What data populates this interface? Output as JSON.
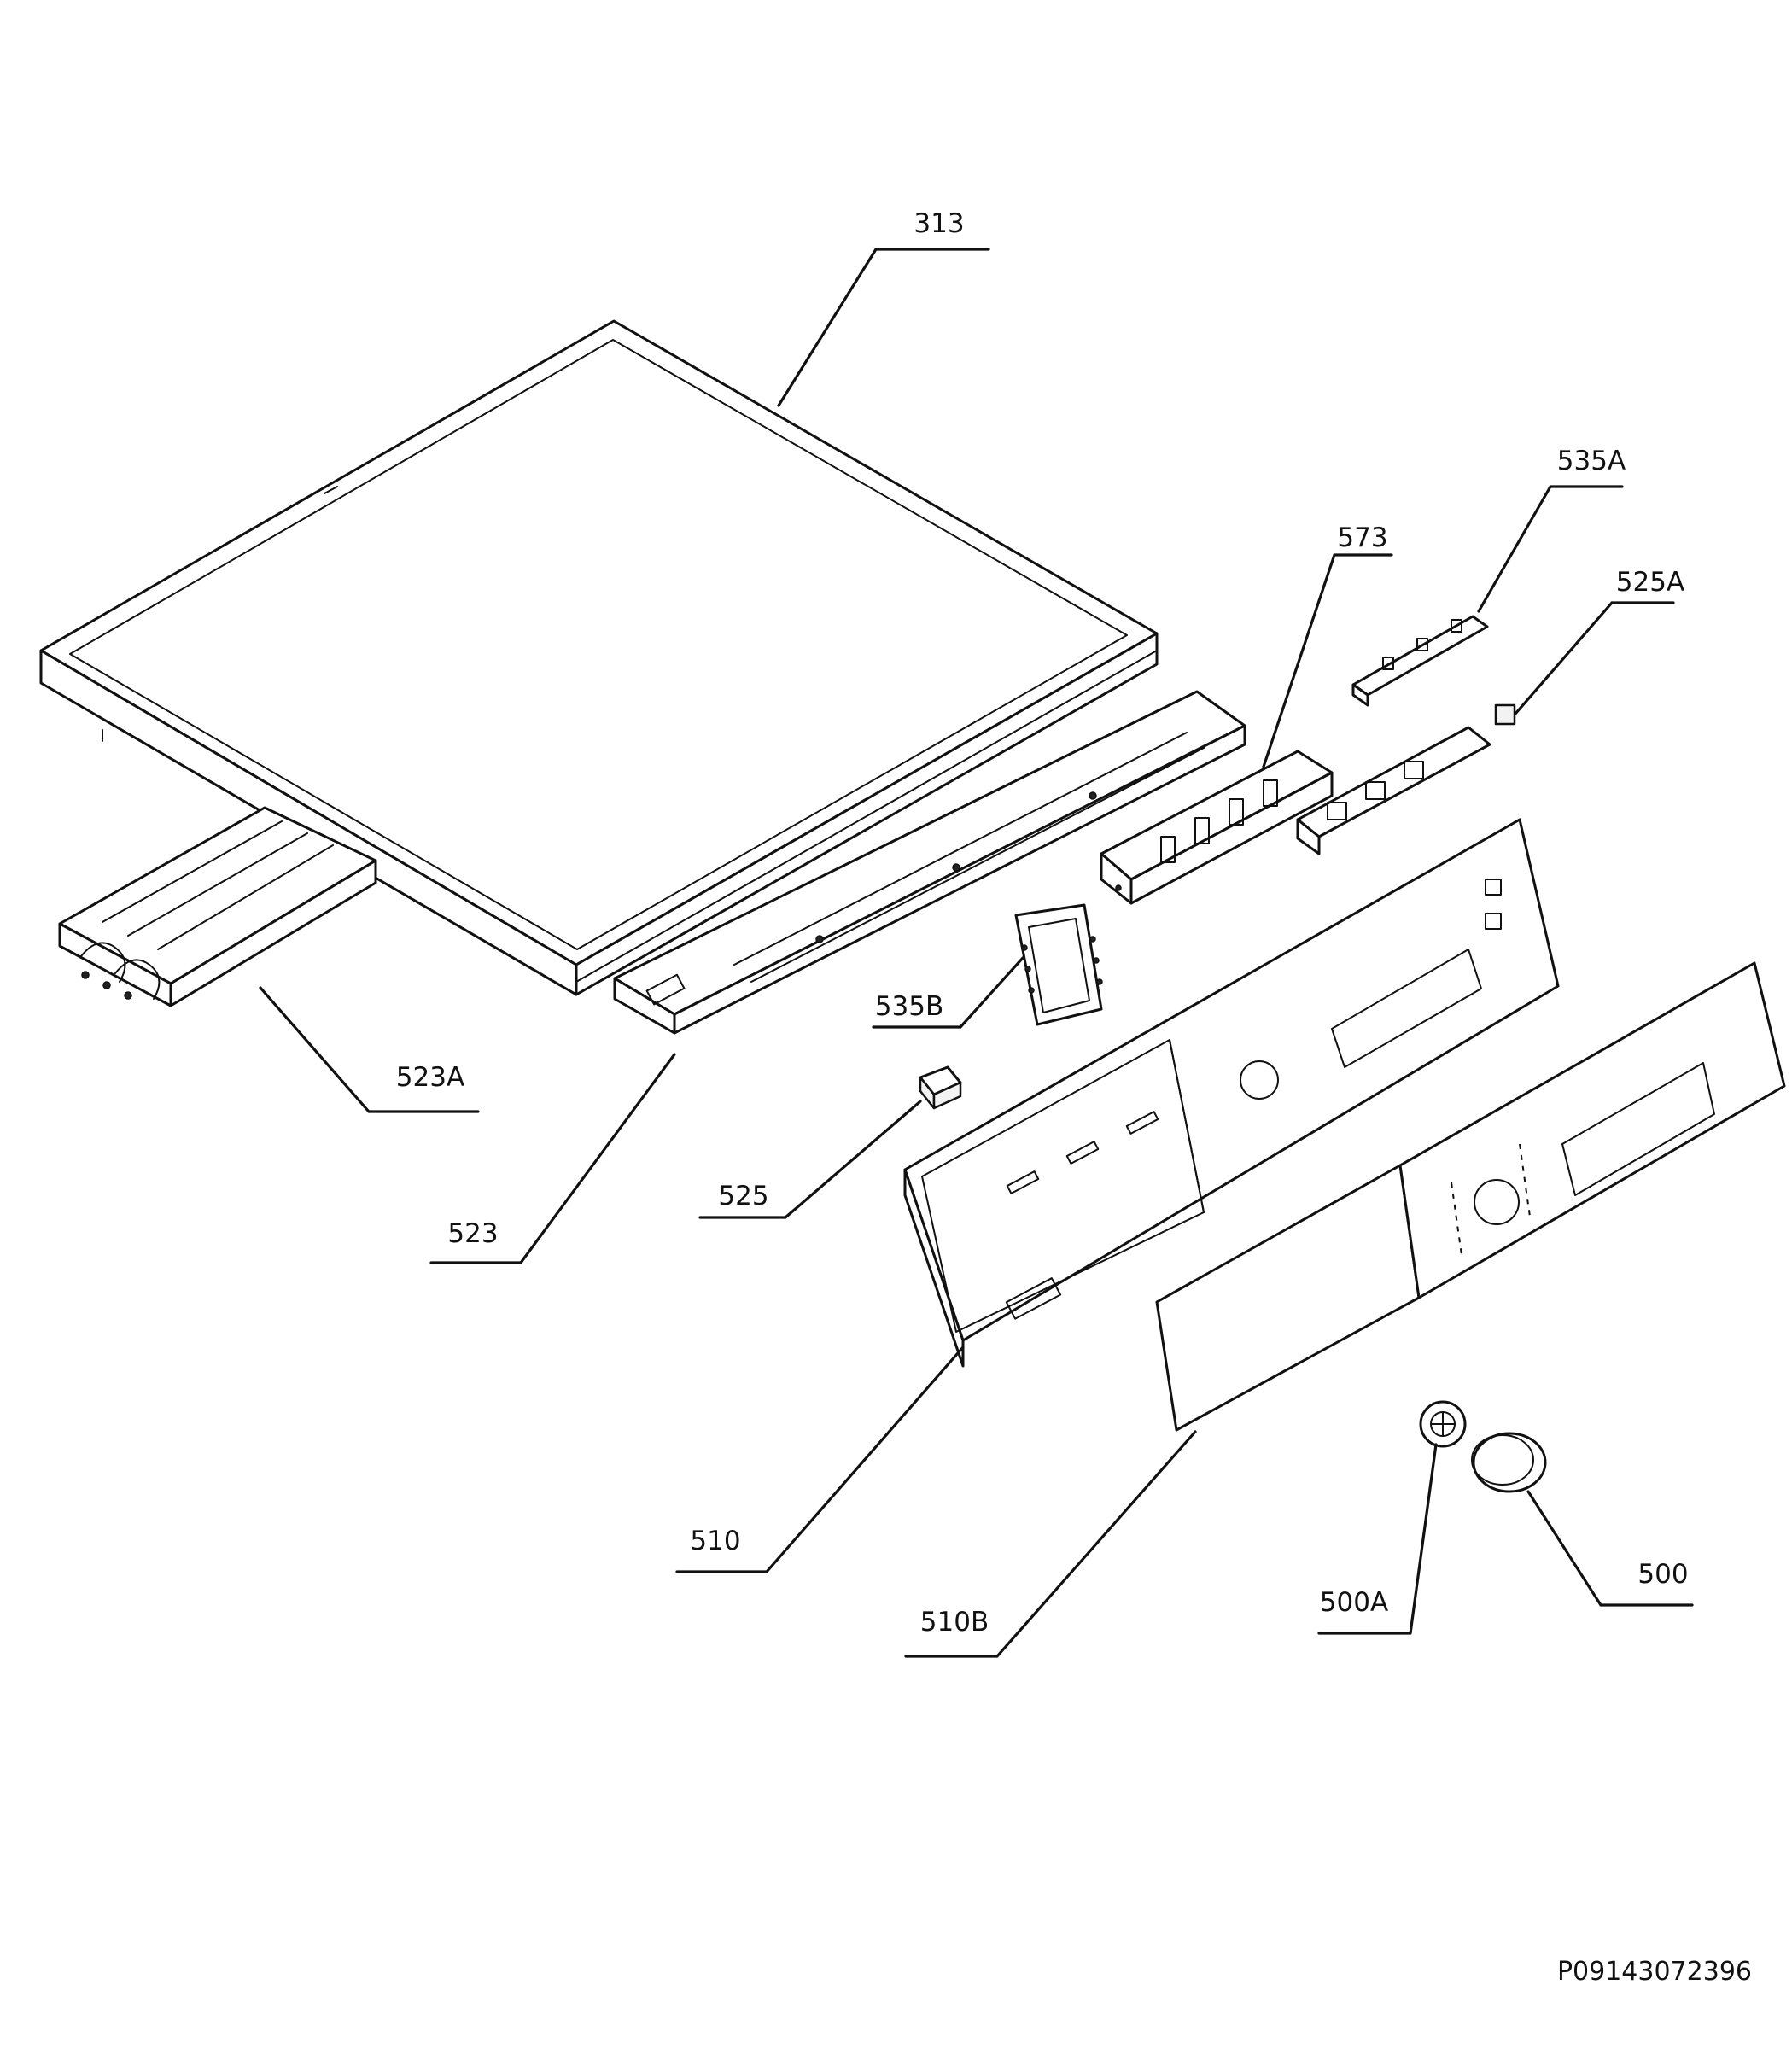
{
  "diagram": {
    "callouts": [
      {
        "id": "313",
        "label": "313"
      },
      {
        "id": "535A",
        "label": "535A"
      },
      {
        "id": "573",
        "label": "573"
      },
      {
        "id": "525A",
        "label": "525A"
      },
      {
        "id": "535B",
        "label": "535B"
      },
      {
        "id": "523A",
        "label": "523A"
      },
      {
        "id": "525",
        "label": "525"
      },
      {
        "id": "523",
        "label": "523"
      },
      {
        "id": "510",
        "label": "510"
      },
      {
        "id": "510B",
        "label": "510B"
      },
      {
        "id": "500A",
        "label": "500A"
      },
      {
        "id": "500",
        "label": "500"
      }
    ],
    "drawing_code": "P09143072396"
  }
}
